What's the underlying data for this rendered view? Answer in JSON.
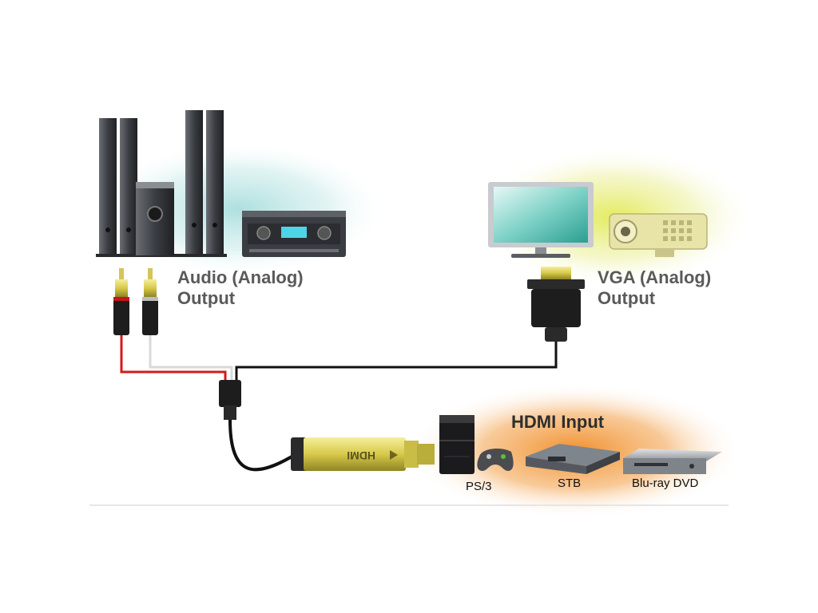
{
  "labels": {
    "audio_line1": "Audio (Analog)",
    "audio_line2": "Output",
    "vga_line1": "VGA (Analog)",
    "vga_line2": "Output",
    "hdmi_input": "HDMI Input",
    "ps3": "PS/3",
    "stb": "STB",
    "bluray": "Blu-ray DVD",
    "adapter_text": "HDMI"
  },
  "colors": {
    "audio_glow": "#bfe6e4",
    "vga_glow": "#e8ef7a",
    "hdmi_glow": "#f39a3a",
    "red_wire": "#d31a1a",
    "white_wire": "#d9d9d9",
    "black_wire": "#111111",
    "adapter_gold": "#d8cc55"
  }
}
